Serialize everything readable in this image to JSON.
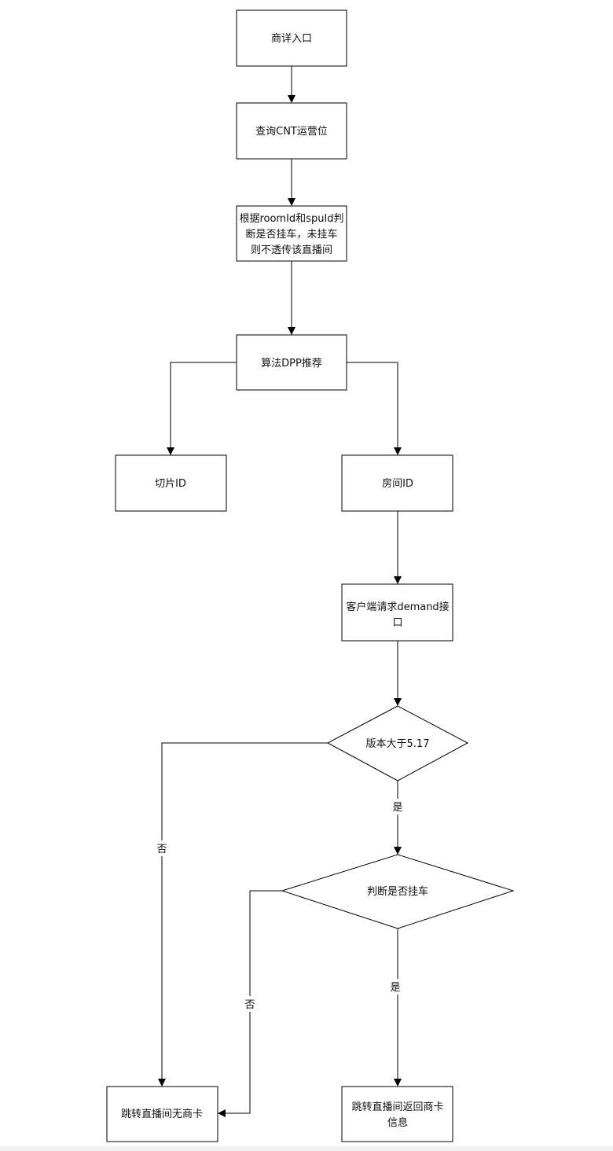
{
  "diagram": {
    "nodes": {
      "entry": "商详入口",
      "query_cnt": "查询CNT运营位",
      "check_line1": "根据roomId和spuId判",
      "check_line2": "断是否挂车，未挂车",
      "check_line3": "则不透传该直播间",
      "algo": "算法DPP推荐",
      "slice_id": "切片ID",
      "room_id": "房间ID",
      "client_line1": "客户端请求demand接",
      "client_line2": "口",
      "version_check": "版本大于5.17",
      "cart_check": "判断是否挂车",
      "no_card": "跳转直播间无商卡",
      "with_card_line1": "跳转直播间返回商卡",
      "with_card_line2": "信息"
    },
    "edge_labels": {
      "version_yes": "是",
      "version_no": "否",
      "cart_yes": "是",
      "cart_no": "否"
    }
  }
}
